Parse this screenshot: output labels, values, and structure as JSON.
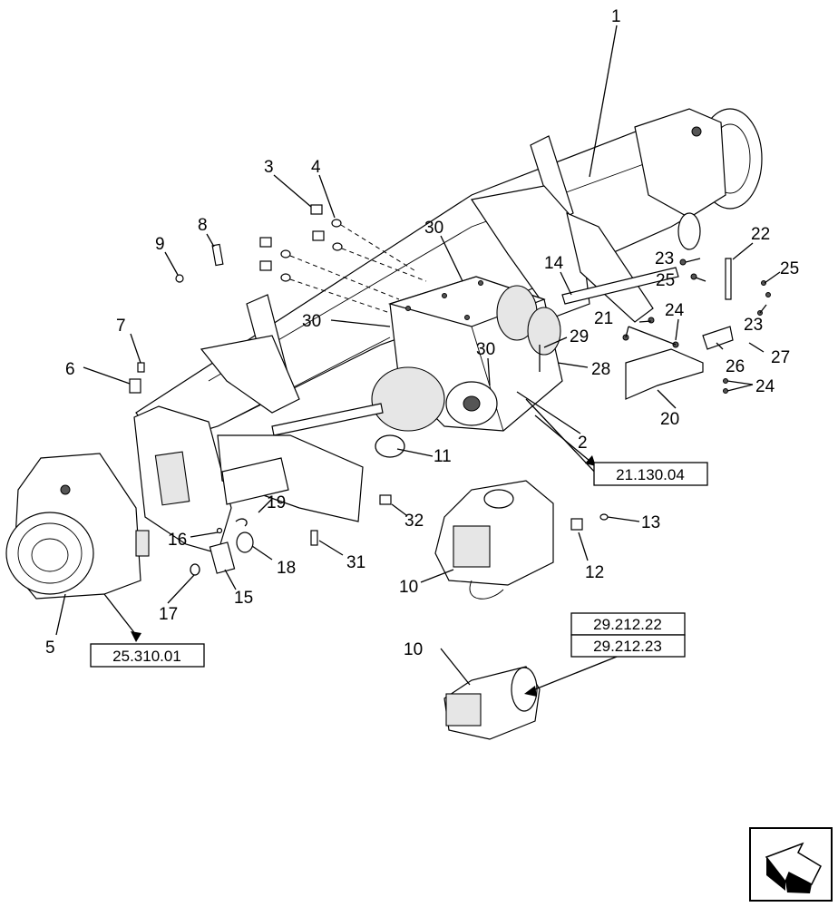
{
  "callouts": [
    {
      "id": "c1",
      "text": "1"
    },
    {
      "id": "c2",
      "text": "2"
    },
    {
      "id": "c3",
      "text": "3"
    },
    {
      "id": "c4",
      "text": "4"
    },
    {
      "id": "c5",
      "text": "5"
    },
    {
      "id": "c6",
      "text": "6"
    },
    {
      "id": "c7",
      "text": "7"
    },
    {
      "id": "c8",
      "text": "8"
    },
    {
      "id": "c9",
      "text": "9"
    },
    {
      "id": "c10a",
      "text": "10"
    },
    {
      "id": "c10b",
      "text": "10"
    },
    {
      "id": "c11",
      "text": "11"
    },
    {
      "id": "c12",
      "text": "12"
    },
    {
      "id": "c13",
      "text": "13"
    },
    {
      "id": "c14",
      "text": "14"
    },
    {
      "id": "c15",
      "text": "15"
    },
    {
      "id": "c16",
      "text": "16"
    },
    {
      "id": "c17",
      "text": "17"
    },
    {
      "id": "c18",
      "text": "18"
    },
    {
      "id": "c19",
      "text": "19"
    },
    {
      "id": "c20",
      "text": "20"
    },
    {
      "id": "c21",
      "text": "21"
    },
    {
      "id": "c22",
      "text": "22"
    },
    {
      "id": "c23a",
      "text": "23"
    },
    {
      "id": "c23b",
      "text": "23"
    },
    {
      "id": "c24a",
      "text": "24"
    },
    {
      "id": "c24b",
      "text": "24"
    },
    {
      "id": "c25a",
      "text": "25"
    },
    {
      "id": "c25b",
      "text": "25"
    },
    {
      "id": "c26",
      "text": "26"
    },
    {
      "id": "c27",
      "text": "27"
    },
    {
      "id": "c28",
      "text": "28"
    },
    {
      "id": "c29",
      "text": "29"
    },
    {
      "id": "c30a",
      "text": "30"
    },
    {
      "id": "c30b",
      "text": "30"
    },
    {
      "id": "c30c",
      "text": "30"
    },
    {
      "id": "c31",
      "text": "31"
    },
    {
      "id": "c32",
      "text": "32"
    }
  ],
  "reference_boxes": [
    {
      "id": "ref-21-130-04",
      "text": "21.130.04"
    },
    {
      "id": "ref-25-310-01",
      "text": "25.310.01"
    },
    {
      "id": "ref-29-212-22",
      "text": "29.212.22"
    },
    {
      "id": "ref-29-212-23",
      "text": "29.212.23"
    }
  ],
  "nav_icon": "next-page-arrow-icon"
}
